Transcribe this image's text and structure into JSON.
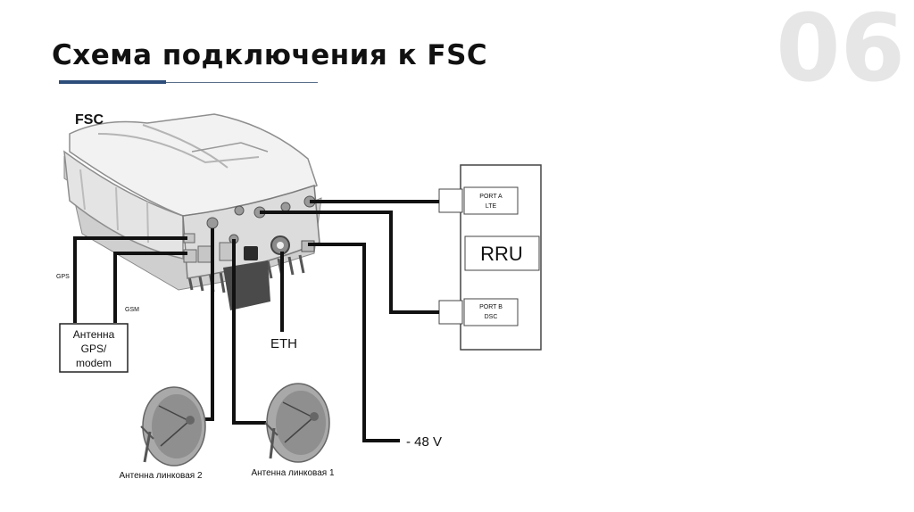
{
  "slide": {
    "title": "Схема подключения к FSC",
    "number": "06"
  },
  "diagram": {
    "device_label": "FSC",
    "rru": {
      "label": "RRU",
      "port_a_line1": "PORT A",
      "port_a_line2": "LTE",
      "port_b_line1": "PORT B",
      "port_b_line2": "DSC"
    },
    "gps_label": "GPS",
    "gsm_label": "GSM",
    "antenna_gps_modem": [
      "Антенна",
      "GPS/",
      "modem"
    ],
    "eth_label": "ETH",
    "power_label": "- 48 V",
    "dish_2_label": "Антенна линковая 2",
    "dish_1_label": "Антенна линковая 1"
  },
  "colors": {
    "title": "#111111",
    "accent_rule": "#2d4d7a",
    "slide_number": "#e6e6e6",
    "wires": "#111111"
  }
}
